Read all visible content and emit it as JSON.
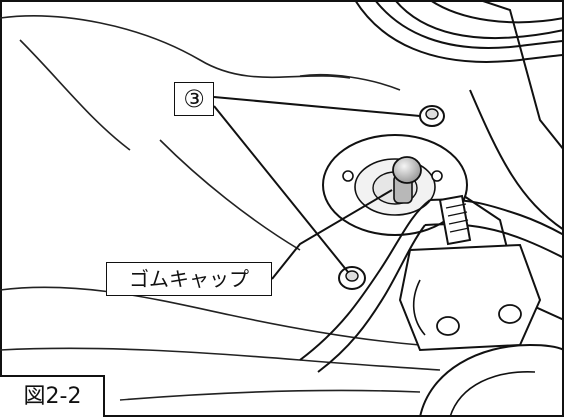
{
  "figure": {
    "label": "図2-2"
  },
  "callouts": {
    "part_marker": "③",
    "rubber_cap": "ゴムキャップ"
  },
  "colors": {
    "line": "#111111",
    "background": "#ffffff",
    "shade": "#d8d8d8"
  }
}
